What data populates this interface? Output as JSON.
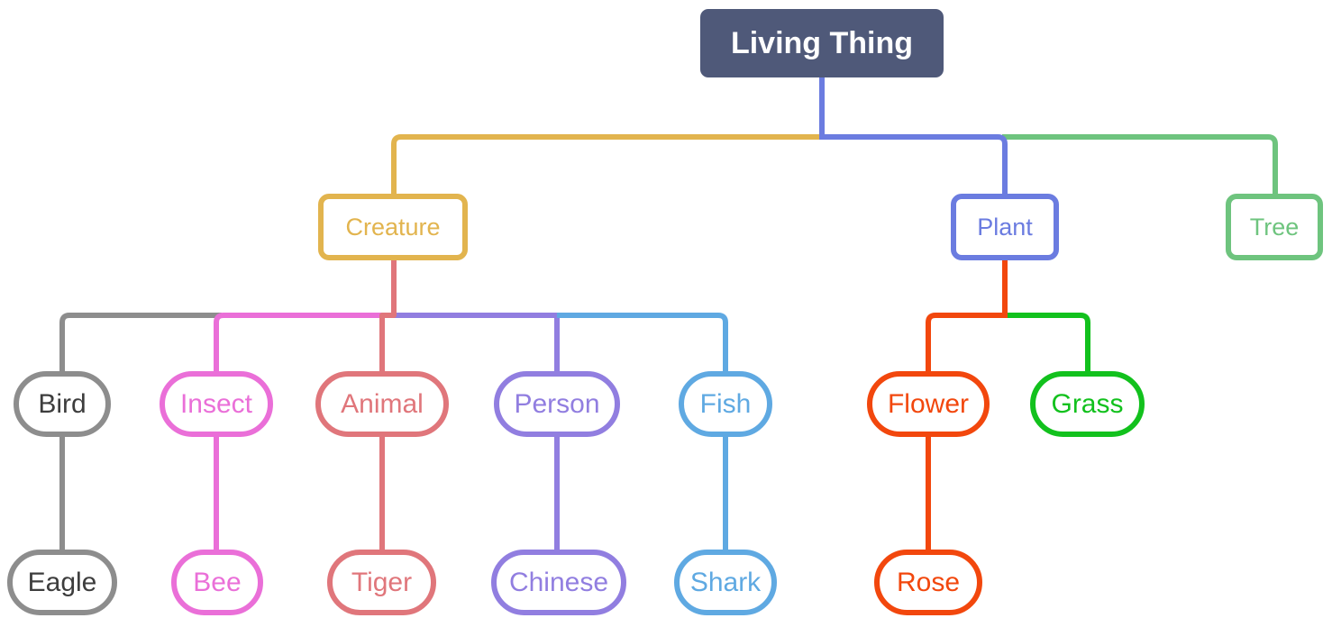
{
  "diagram_title": "Living Thing mind map",
  "colors": {
    "root_bg": "#4f5979",
    "blue": "#6b7ce0",
    "gold": "#e2b44e",
    "tree_green": "#6ec47e",
    "gray": "#8d8d8d",
    "dark_text": "#3d3d3d",
    "pink": "#ea6fd8",
    "salmon": "#e0767b",
    "purple": "#917ee0",
    "sky": "#5fa9e2",
    "orange": "#f2470d",
    "green": "#12c11d",
    "root_text": "#ffffff"
  },
  "nodes": {
    "root": {
      "label": "Living Thing"
    },
    "creature": {
      "label": "Creature"
    },
    "plant": {
      "label": "Plant"
    },
    "tree": {
      "label": "Tree"
    },
    "bird": {
      "label": "Bird"
    },
    "insect": {
      "label": "Insect"
    },
    "animal": {
      "label": "Animal"
    },
    "person": {
      "label": "Person"
    },
    "fish": {
      "label": "Fish"
    },
    "flower": {
      "label": "Flower"
    },
    "grass": {
      "label": "Grass"
    },
    "eagle": {
      "label": "Eagle"
    },
    "bee": {
      "label": "Bee"
    },
    "tiger": {
      "label": "Tiger"
    },
    "chinese": {
      "label": "Chinese"
    },
    "shark": {
      "label": "Shark"
    },
    "rose": {
      "label": "Rose"
    }
  },
  "hierarchy": {
    "Living Thing": {
      "Creature": {
        "Bird": [
          "Eagle"
        ],
        "Insect": [
          "Bee"
        ],
        "Animal": [
          "Tiger"
        ],
        "Person": [
          "Chinese"
        ],
        "Fish": [
          "Shark"
        ]
      },
      "Plant": {
        "Flower": [
          "Rose"
        ],
        "Grass": []
      },
      "Tree": {}
    }
  }
}
